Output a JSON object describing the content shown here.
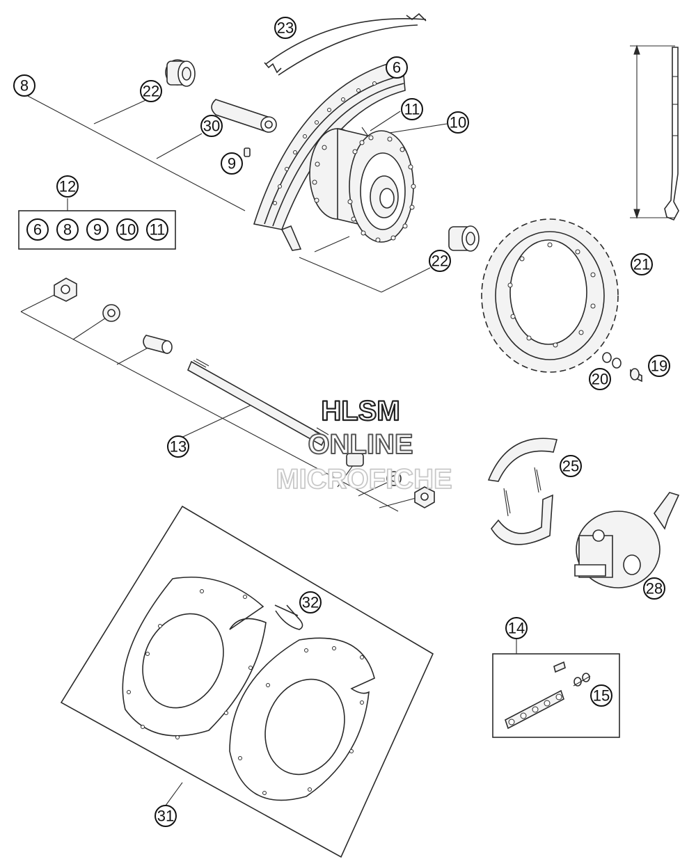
{
  "watermark": {
    "line1": "HLSM",
    "line2": "ONLINE",
    "line3": "MICROFICHE"
  },
  "callouts": {
    "c23": "23",
    "c6": "6",
    "c8": "8",
    "c22a": "22",
    "c30": "30",
    "c11": "11",
    "c10": "10",
    "c9": "9",
    "c12": "12",
    "c22b": "22",
    "c21": "21",
    "c20": "20",
    "c19": "19",
    "c13": "13",
    "c25": "25",
    "c28": "28",
    "c32": "32",
    "c14": "14",
    "c15": "15",
    "c31": "31"
  },
  "kit_12_items": [
    "6",
    "8",
    "9",
    "10",
    "11"
  ]
}
